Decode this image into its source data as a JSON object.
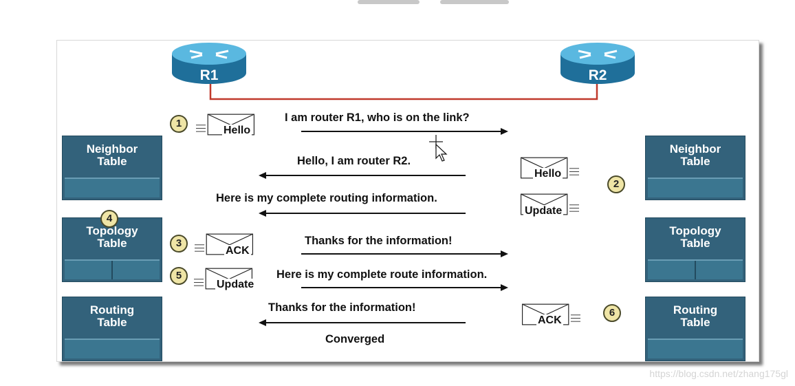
{
  "routers": {
    "r1": {
      "label": "R1"
    },
    "r2": {
      "label": "R2"
    }
  },
  "tables": {
    "left": [
      "Neighbor Table",
      "Topology Table",
      "Routing Table"
    ],
    "right": [
      "Neighbor Table",
      "Topology Table",
      "Routing Table"
    ]
  },
  "steps": [
    "1",
    "2",
    "3",
    "4",
    "5",
    "6"
  ],
  "envelopes": [
    "Hello",
    "Hello",
    "Update",
    "ACK",
    "Update",
    "ACK"
  ],
  "messages": [
    "I am router R1, who is on the link?",
    "Hello, I am router R2.",
    "Here is my complete routing information.",
    "Thanks for the information!",
    "Here is my complete route information.",
    "Thanks for the information!",
    "Converged"
  ],
  "watermark": "https://blog.csdn.net/zhang175gl",
  "colors": {
    "router": "#3a9fcf",
    "table": "#33627b",
    "link": "#c0392b",
    "step_badge": "#efe5a6"
  }
}
